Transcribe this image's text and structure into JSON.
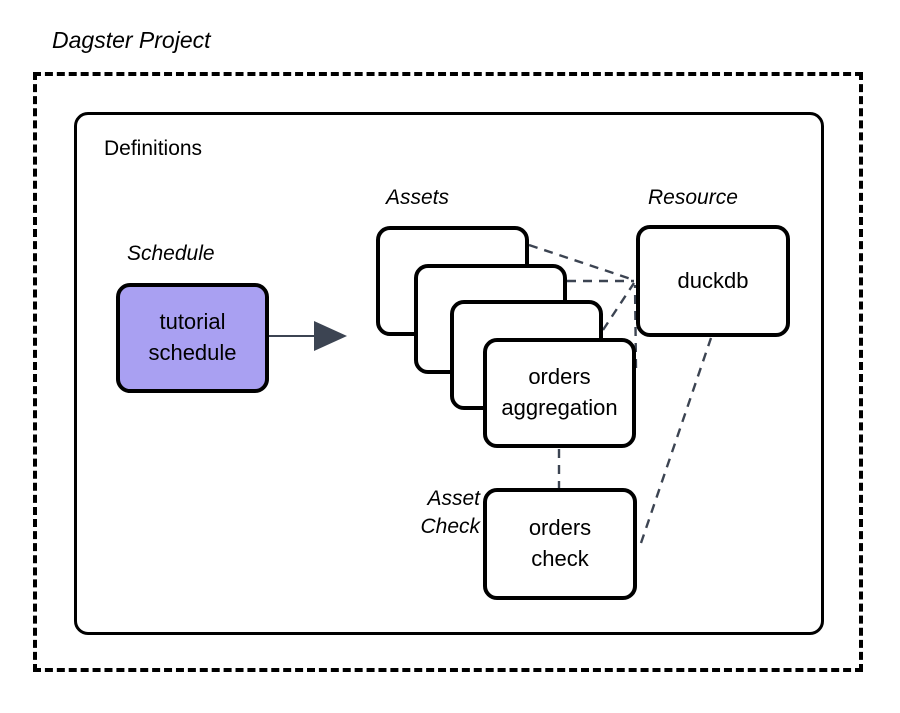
{
  "diagram": {
    "project_title": "Dagster Project",
    "definitions_label": "Definitions",
    "labels": {
      "schedule": "Schedule",
      "assets": "Assets",
      "resource": "Resource",
      "asset_check_line1": "Asset",
      "asset_check_line2": "Check"
    },
    "nodes": {
      "schedule": {
        "line1": "tutorial",
        "line2": "schedule",
        "fill": "#a9a0f2"
      },
      "assets_stack": {
        "count": 4,
        "front_line1": "orders",
        "front_line2": "aggregation"
      },
      "resource": {
        "line1": "duckdb"
      },
      "asset_check": {
        "line1": "orders",
        "line2": "check"
      }
    },
    "colors": {
      "stroke": "#000000",
      "background": "#ffffff",
      "schedule_fill": "#a9a0f2",
      "arrow": "#3c4452",
      "dashed_connector": "#3c4452"
    },
    "connectors": {
      "schedule_to_assets": "solid-arrow",
      "assets_to_resource": "dashed",
      "aggregation_to_check": "dashed",
      "check_to_resource": "dashed"
    }
  }
}
